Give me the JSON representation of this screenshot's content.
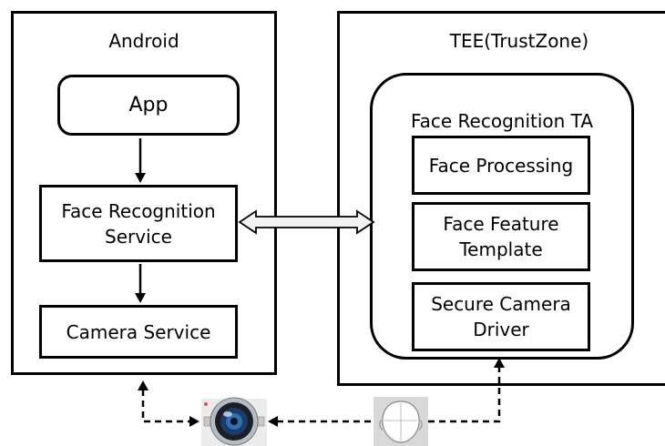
{
  "android": {
    "title": "Android",
    "app": "App",
    "face_service_line1": "Face Recognition",
    "face_service_line2": "Service",
    "camera_service": "Camera Service"
  },
  "tee": {
    "title": "TEE(TrustZone)",
    "ta_title": "Face Recognition TA",
    "face_processing": "Face Processing",
    "face_feature_line1": "Face Feature",
    "face_feature_line2": "Template",
    "secure_camera_line1": "Secure Camera",
    "secure_camera_line2": "Driver"
  },
  "icons": {
    "camera": "camera-lens-icon",
    "face": "face-outline-icon"
  }
}
